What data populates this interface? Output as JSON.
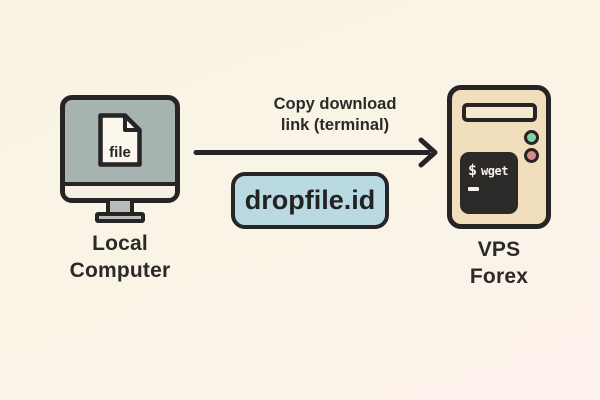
{
  "local_computer": {
    "label": [
      "Local",
      "Computer"
    ],
    "file_label": "file"
  },
  "arrow": {
    "caption": [
      "Copy download",
      "link (terminal)"
    ]
  },
  "badge": {
    "label": "dropfile.id"
  },
  "vps": {
    "label": [
      "VPS",
      "Forex"
    ],
    "terminal_prompt": "$",
    "terminal_command": "wget"
  },
  "colors": {
    "background_top": "#f8f3e3",
    "background_bottom": "#fdf2ec",
    "outline": "#262424",
    "monitor_screen": "#a6b3b1",
    "monitor_chin": "#f5f0e3",
    "stand": "#b9bdb9",
    "paper": "#fbf7ec",
    "vps_body": "#f0debc",
    "vps_slot": "#f5e9cd",
    "led_green": "#82d2a4",
    "led_red": "#d98a8a",
    "terminal_bg": "#2b2a28",
    "terminal_text": "#f5f2e8",
    "badge_bg": "#b9dae2",
    "text": "#2b2a28"
  }
}
